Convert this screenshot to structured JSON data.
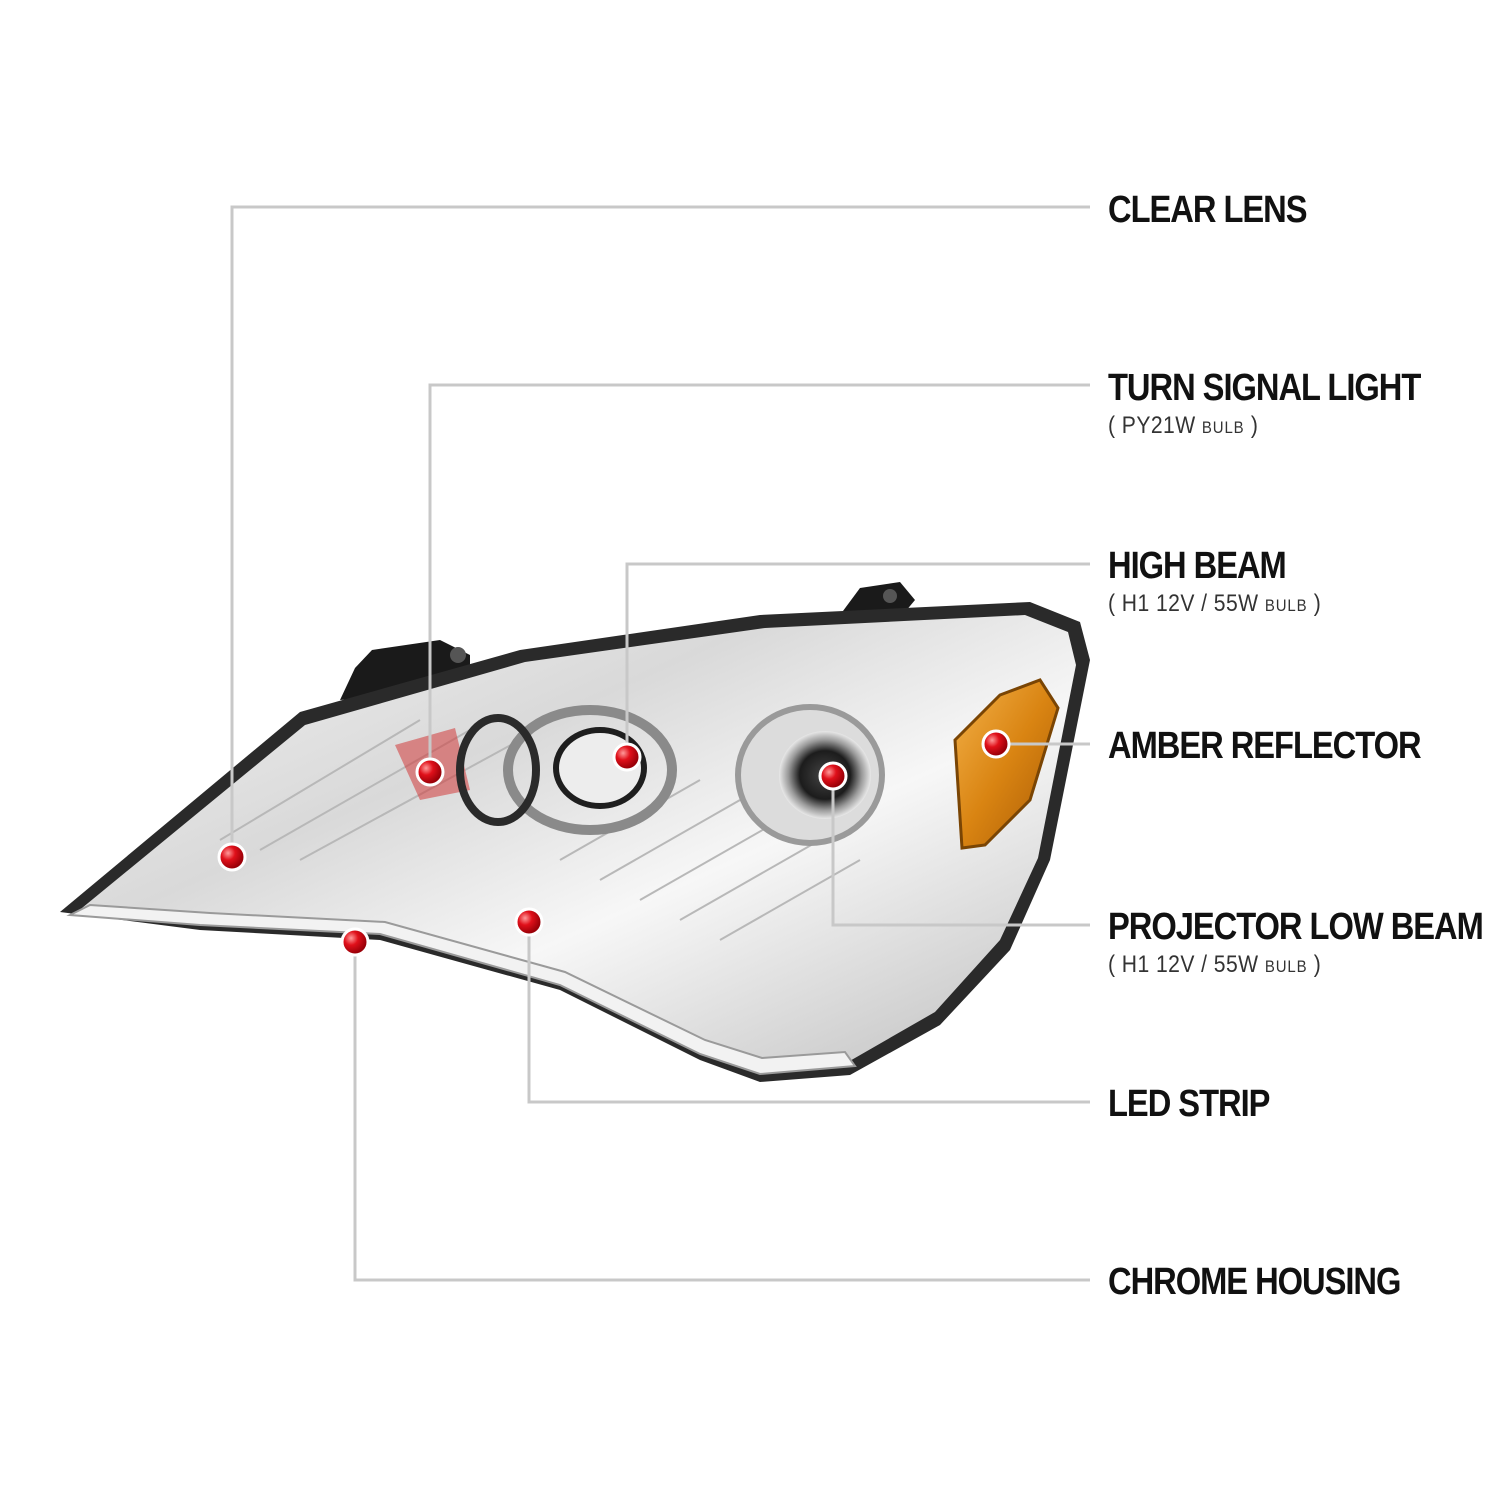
{
  "labels": [
    {
      "title": "CLEAR LENS",
      "sub_paren_open": "",
      "sub_main": "",
      "sub_small": "",
      "sub_paren_close": ""
    },
    {
      "title": "TURN SIGNAL LIGHT",
      "sub_paren_open": "( ",
      "sub_main": "PY21W",
      "sub_small": "BULB",
      "sub_paren_close": " )"
    },
    {
      "title": "HIGH BEAM",
      "sub_paren_open": "( ",
      "sub_main": "H1  12V / 55W",
      "sub_small": "BULB",
      "sub_paren_close": " )"
    },
    {
      "title": "AMBER REFLECTOR",
      "sub_paren_open": "",
      "sub_main": "",
      "sub_small": "",
      "sub_paren_close": ""
    },
    {
      "title": "PROJECTOR LOW BEAM",
      "sub_paren_open": "( ",
      "sub_main": "H1  12V / 55W",
      "sub_small": "BULB",
      "sub_paren_close": " )"
    },
    {
      "title": "LED STRIP",
      "sub_paren_open": "",
      "sub_main": "",
      "sub_small": "",
      "sub_paren_close": ""
    },
    {
      "title": "CHROME HOUSING",
      "sub_paren_open": "",
      "sub_main": "",
      "sub_small": "",
      "sub_paren_close": ""
    }
  ],
  "colors": {
    "leader_line": "#c8c8c8",
    "marker": "#e0101a",
    "text": "#111111"
  }
}
